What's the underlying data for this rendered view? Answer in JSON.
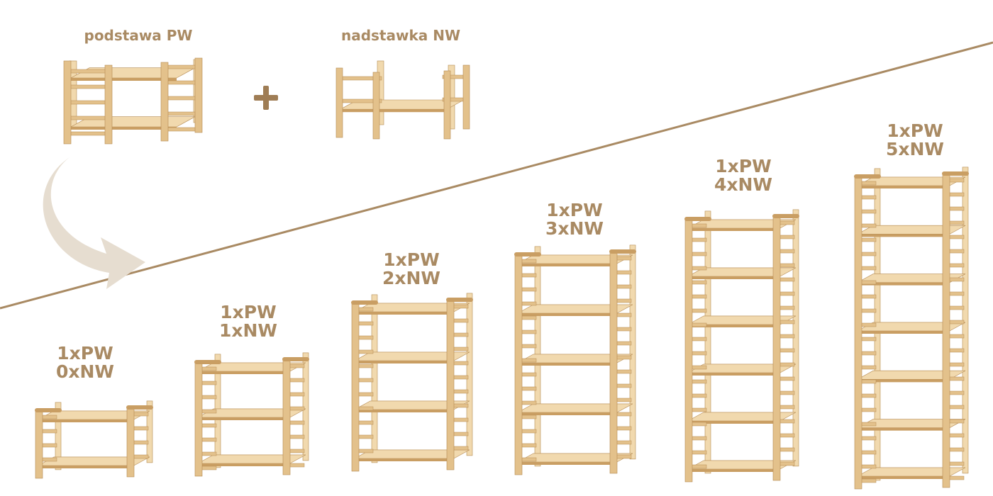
{
  "parts": {
    "base_label": "podstawa PW",
    "extension_label": "nadstawka NW",
    "plus_sign": "+"
  },
  "configurations": [
    {
      "line1": "1xPW",
      "line2": "0xNW",
      "extensions": 0
    },
    {
      "line1": "1xPW",
      "line2": "1xNW",
      "extensions": 1
    },
    {
      "line1": "1xPW",
      "line2": "2xNW",
      "extensions": 2
    },
    {
      "line1": "1xPW",
      "line2": "3xNW",
      "extensions": 3
    },
    {
      "line1": "1xPW",
      "line2": "4xNW",
      "extensions": 4
    },
    {
      "line1": "1xPW",
      "line2": "5xNW",
      "extensions": 5
    }
  ],
  "colors": {
    "text": "#a98a63",
    "divider": "#a98a63",
    "arrow": "#e6ddd0",
    "plus": "#9f7d55",
    "wood_light": "#f1d9ae",
    "wood_mid": "#e3c18b",
    "wood_dark": "#c99e63",
    "wood_edge": "#b58a52"
  }
}
